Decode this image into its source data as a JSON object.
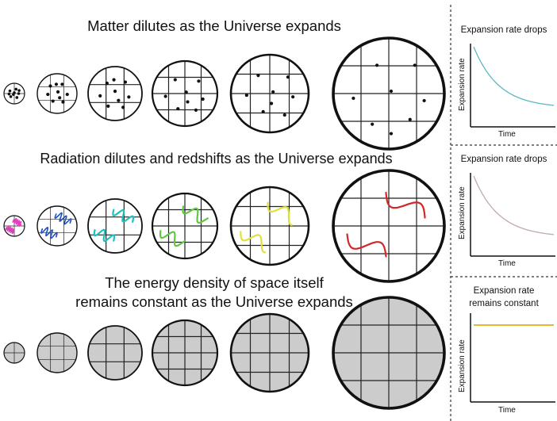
{
  "rows": [
    {
      "id": "matter",
      "title_lines": [
        "Matter dilutes as the Universe expands"
      ],
      "fill": "#ffffff",
      "content": "dots"
    },
    {
      "id": "radiation",
      "title_lines": [
        "Radiation dilutes and redshifts as the Universe expands"
      ],
      "fill": "#ffffff",
      "content": "waves",
      "wave_colors": [
        "#e040c0",
        "#2050c0",
        "#20c0c0",
        "#60c840",
        "#e0e040",
        "#d02828"
      ]
    },
    {
      "id": "dark-energy",
      "title_lines": [
        "The energy density of space itself",
        "remains constant as the Universe expands"
      ],
      "fill": "#cccccc",
      "content": "grid"
    }
  ],
  "panels": [
    {
      "title_lines": [
        "Expansion rate drops"
      ],
      "ylabel": "Expansion rate",
      "xlabel": "Time",
      "curve": "decay",
      "color": "#5ab8c0"
    },
    {
      "title_lines": [
        "Expansion rate drops"
      ],
      "ylabel": "Expansion rate",
      "xlabel": "Time",
      "curve": "decay",
      "color": "#c0a8b0"
    },
    {
      "title_lines": [
        "Expansion rate",
        "remains constant"
      ],
      "ylabel": "Expansion rate",
      "xlabel": "Time",
      "curve": "flat",
      "color": "#e8b830"
    }
  ]
}
